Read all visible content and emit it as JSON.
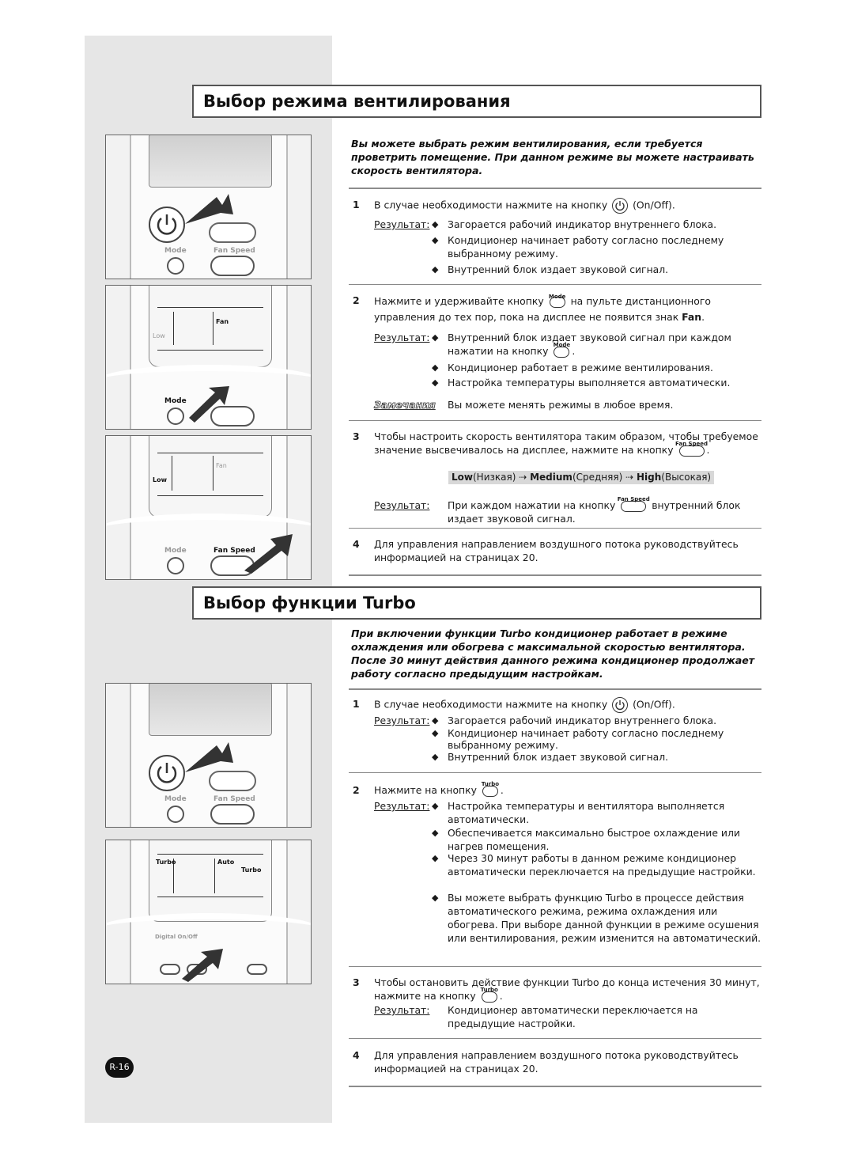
{
  "section1": {
    "title": "Выбор режима вентилирования",
    "intro": "Вы можете выбрать режим вентилирования, если требуется проветрить помещение. При данном режиме вы можете настраивать скорость вентилятора.",
    "step1": {
      "num": "1",
      "text_before": "В случае необходимости нажмите на кнопку",
      "text_after": "(On/Off).",
      "result_label": "Результат:",
      "bullets": [
        "Загорается рабочий индикатор внутреннего блока.",
        "Кондиционер начинает работу согласно последнему выбранному режиму.",
        "Внутренний блок издает звуковой сигнал."
      ]
    },
    "step2": {
      "num": "2",
      "text_a": "Нажмите и удерживайте кнопку",
      "text_b": "на пульте дистанционного управления до тех пор, пока на дисплее не появится знак",
      "fan_word": "Fan",
      "result_label": "Результат:",
      "bullet1_a": "Внутренний блок издает звуковой сигнал при каждом нажатии на кнопку",
      "bullets": [
        "Кондиционер работает в режиме вентилирования.",
        "Настройка температуры выполняется автоматически."
      ],
      "note_label": "Замечания",
      "note_text": "Вы можете менять режимы в любое время."
    },
    "step3": {
      "num": "3",
      "text_a": "Чтобы настроить скорость вентилятора таким образом, чтобы требуемое значение высвечивалось на дисплее, нажмите на кнопку",
      "speeds": {
        "low": "Low",
        "low_ru": "(Низкая)",
        "medium": "Medium",
        "medium_ru": "(Средняя)",
        "high": "High",
        "high_ru": "(Высокая)"
      },
      "result_label": "Результат:",
      "result_a": "При каждом нажатии на кнопку",
      "result_b": "внутренний блок издает звуковой сигнал."
    },
    "step4": {
      "num": "4",
      "text": "Для управления направлением воздушного потока руководствуйтесь информацией на страницах 20."
    }
  },
  "section2": {
    "title": "Выбор функции Turbo",
    "intro": "При включении функции Turbo кондиционер работает в режиме охлаждения или обогрева с максимальной скоростью вентилятора. После 30 минут действия данного режима кондиционер продолжает работу согласно предыдущим настройкам.",
    "step1": {
      "num": "1",
      "text_before": "В случае необходимости нажмите на кнопку",
      "text_after": "(On/Off).",
      "result_label": "Результат:",
      "bullets": [
        "Загорается рабочий индикатор внутреннего блока.",
        "Кондиционер начинает работу согласно последнему выбранному режиму.",
        "Внутренний блок издает звуковой сигнал."
      ]
    },
    "step2": {
      "num": "2",
      "text": "Нажмите на кнопку",
      "result_label": "Результат:",
      "bullets": [
        "Настройка температуры и вентилятора выполняется автоматически.",
        "Обеспечивается максимально быстрое охлаждение или нагрев помещения.",
        "Через 30 минут работы в данном режиме кондиционер автоматически переключается на предыдущие настройки.",
        "Вы можете выбрать функцию Turbo в процессе действия автоматического режима, режима охлаждения или обогрева. При выборе данной функции в режиме осушения или вентилирования, режим изменится на автоматический."
      ]
    },
    "step3": {
      "num": "3",
      "text_a": "Чтобы остановить действие функции Turbo до конца истечения 30 минут, нажмите на кнопку",
      "result_label": "Результат:",
      "result": "Кондиционер автоматически переключается на предыдущие настройки."
    },
    "step4": {
      "num": "4",
      "text": "Для управления направлением воздушного потока руководствуйтесь информацией на страницах 20."
    }
  },
  "buttons": {
    "mode": "Mode",
    "fan_speed": "Fan Speed",
    "turbo": "Turbo",
    "digital_onoff": "Digital On/Off"
  },
  "lcd": {
    "low": "Low",
    "fan": "Fan",
    "turbo": "Turbo",
    "auto": "Auto"
  },
  "page_number": "R-16"
}
